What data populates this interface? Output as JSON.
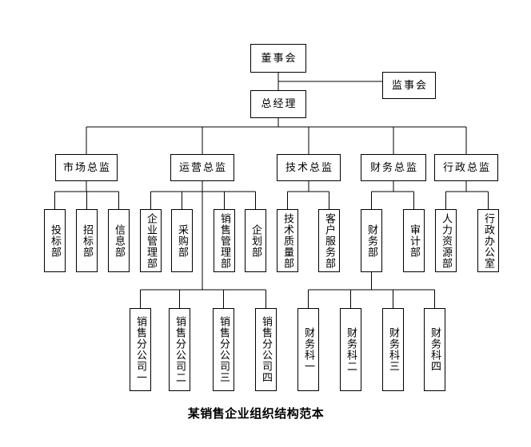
{
  "chart": {
    "caption": "某销售企业组织结构范本",
    "colors": {
      "line": "#000000",
      "background": "#ffffff",
      "text": "#000000"
    },
    "nodes": [
      {
        "id": "board",
        "label": "董事会",
        "parent": null
      },
      {
        "id": "supervisory",
        "label": "监事会",
        "parent": "board"
      },
      {
        "id": "gm",
        "label": "总经理",
        "parent": "board"
      },
      {
        "id": "marketing-director",
        "label": "市场总监",
        "parent": "gm"
      },
      {
        "id": "operations-director",
        "label": "运营总监",
        "parent": "gm"
      },
      {
        "id": "tech-director",
        "label": "技术总监",
        "parent": "gm"
      },
      {
        "id": "finance-director",
        "label": "财务总监",
        "parent": "gm"
      },
      {
        "id": "admin-director",
        "label": "行政总监",
        "parent": "gm"
      },
      {
        "id": "bidding-dept",
        "label": "投标部",
        "parent": "marketing-director"
      },
      {
        "id": "tendering-dept",
        "label": "招标部",
        "parent": "marketing-director"
      },
      {
        "id": "information-dept",
        "label": "信息部",
        "parent": "marketing-director"
      },
      {
        "id": "enterprise-mgmt-dept",
        "label": "企业管理部",
        "parent": "operations-director"
      },
      {
        "id": "purchasing-dept",
        "label": "采购部",
        "parent": "operations-director"
      },
      {
        "id": "sales-mgmt-dept",
        "label": "销售管理部",
        "parent": "operations-director"
      },
      {
        "id": "planning-dept",
        "label": "企划部",
        "parent": "operations-director"
      },
      {
        "id": "tech-quality-dept",
        "label": "技术质量部",
        "parent": "tech-director"
      },
      {
        "id": "customer-service-dept",
        "label": "客户服务部",
        "parent": "tech-director"
      },
      {
        "id": "finance-dept",
        "label": "财务部",
        "parent": "finance-director"
      },
      {
        "id": "audit-dept",
        "label": "审计部",
        "parent": "finance-director"
      },
      {
        "id": "hr-dept",
        "label": "人力资源部",
        "parent": "admin-director"
      },
      {
        "id": "admin-office",
        "label": "行政办公室",
        "parent": "admin-director"
      },
      {
        "id": "sales-branch-1",
        "label": "销售分公司一",
        "parent": "operations-director"
      },
      {
        "id": "sales-branch-2",
        "label": "销售分公司二",
        "parent": "operations-director"
      },
      {
        "id": "sales-branch-3",
        "label": "销售分公司三",
        "parent": "operations-director"
      },
      {
        "id": "sales-branch-4",
        "label": "销售分公司四",
        "parent": "operations-director"
      },
      {
        "id": "finance-section-1",
        "label": "财务科一",
        "parent": "finance-dept"
      },
      {
        "id": "finance-section-2",
        "label": "财务科二",
        "parent": "finance-dept"
      },
      {
        "id": "finance-section-3",
        "label": "财务科三",
        "parent": "finance-dept"
      },
      {
        "id": "finance-section-4",
        "label": "财务科四",
        "parent": "finance-dept"
      }
    ]
  }
}
